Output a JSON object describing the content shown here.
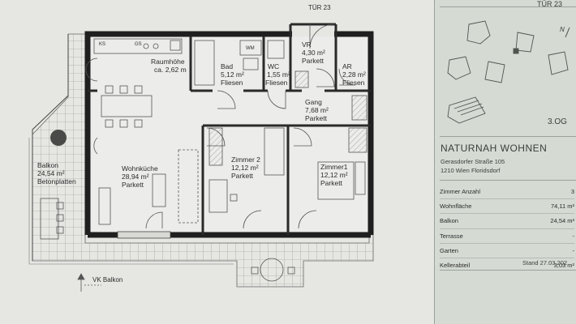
{
  "door_label": "TÜR 23",
  "rooms": {
    "raumhoehe": {
      "line1": "Raumhöhe",
      "line2": "ca. 2,62 m"
    },
    "bad": {
      "name": "Bad",
      "area": "5,12 m²",
      "floor": "Fliesen"
    },
    "wm": "WM",
    "wc": {
      "name": "WC",
      "area": "1,55 m²",
      "floor": "Fliesen"
    },
    "vr": {
      "name": "VR",
      "area": "4,30 m²",
      "floor": "Parkett"
    },
    "ar": {
      "name": "AR",
      "area": "2,28 m²",
      "floor": "Fliesen"
    },
    "gang": {
      "name": "Gang",
      "area": "7,68 m²",
      "floor": "Parkett"
    },
    "zimmer2": {
      "name": "Zimmer 2",
      "area": "12,12 m²",
      "floor": "Parkett"
    },
    "zimmer1": {
      "name": "Zimmer1",
      "area": "12,12 m²",
      "floor": "Parkett"
    },
    "wohnkueche": {
      "name": "Wohnküche",
      "area": "28,94 m²",
      "floor": "Parkett"
    },
    "balkon": {
      "name": "Balkon",
      "area": "24,54 m²",
      "floor": "Betonplatten"
    },
    "kitchen_codes": [
      "KS",
      "GS"
    ]
  },
  "vk_balkon": "VK Balkon",
  "sidebar": {
    "top_label": "TÜR 23",
    "floor": "3.OG",
    "project_title": "NATURNAH WOHNEN",
    "address_line1": "Gerasdorfer Straße 105",
    "address_line2": "1210 Wien Floridsdorf",
    "facts": [
      {
        "label": "Zimmer Anzahl",
        "value": "3"
      },
      {
        "label": "Wohnfläche",
        "value": "74,11 m²"
      },
      {
        "label": "Balkon",
        "value": "24,54 m²"
      },
      {
        "label": "Terrasse",
        "value": "-"
      },
      {
        "label": "Garten",
        "value": "-"
      },
      {
        "label": "Kellerabteil",
        "value": "3,03 m²"
      }
    ],
    "date": "Stand 27.03.202",
    "north_letter": "N"
  },
  "colors": {
    "wall": "#1f1f1f",
    "line": "#555555",
    "paper": "#e6e6e3",
    "sidebar": "#d5dad3"
  }
}
